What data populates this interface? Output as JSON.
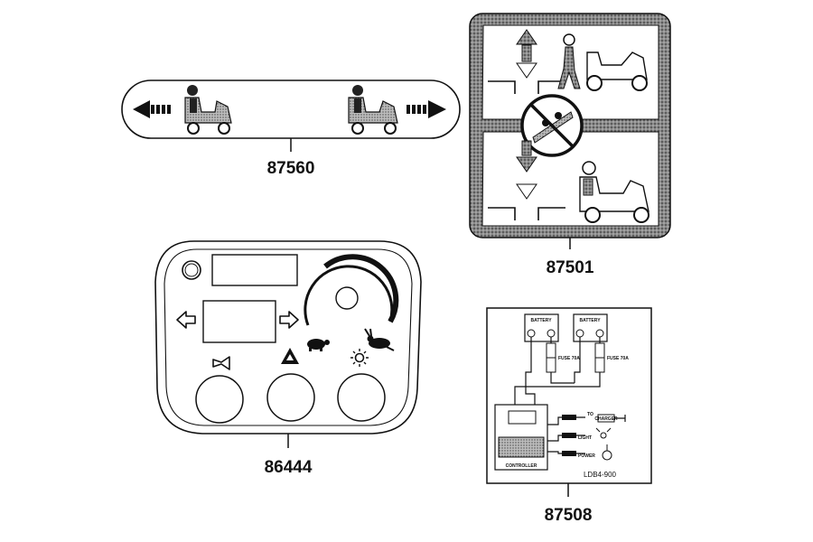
{
  "parts": [
    {
      "id": "directional-decal",
      "number": "87560"
    },
    {
      "id": "incline-warning-decal",
      "number": "87501"
    },
    {
      "id": "control-panel-overlay",
      "number": "86444"
    },
    {
      "id": "wiring-diagram-decal",
      "number": "87508"
    }
  ],
  "wiring": {
    "battery_label": "BATTERY",
    "fuse_label": "FUSE 70A",
    "to_label": "TO",
    "charger_label": "CHARGER",
    "light_label": "LIGHT",
    "power_label": "POWER",
    "controller_label": "CONTROLLER",
    "model_code": "LDB4-900"
  },
  "colors": {
    "line": "#111111",
    "paper": "#ffffff",
    "texture": "#777777"
  }
}
